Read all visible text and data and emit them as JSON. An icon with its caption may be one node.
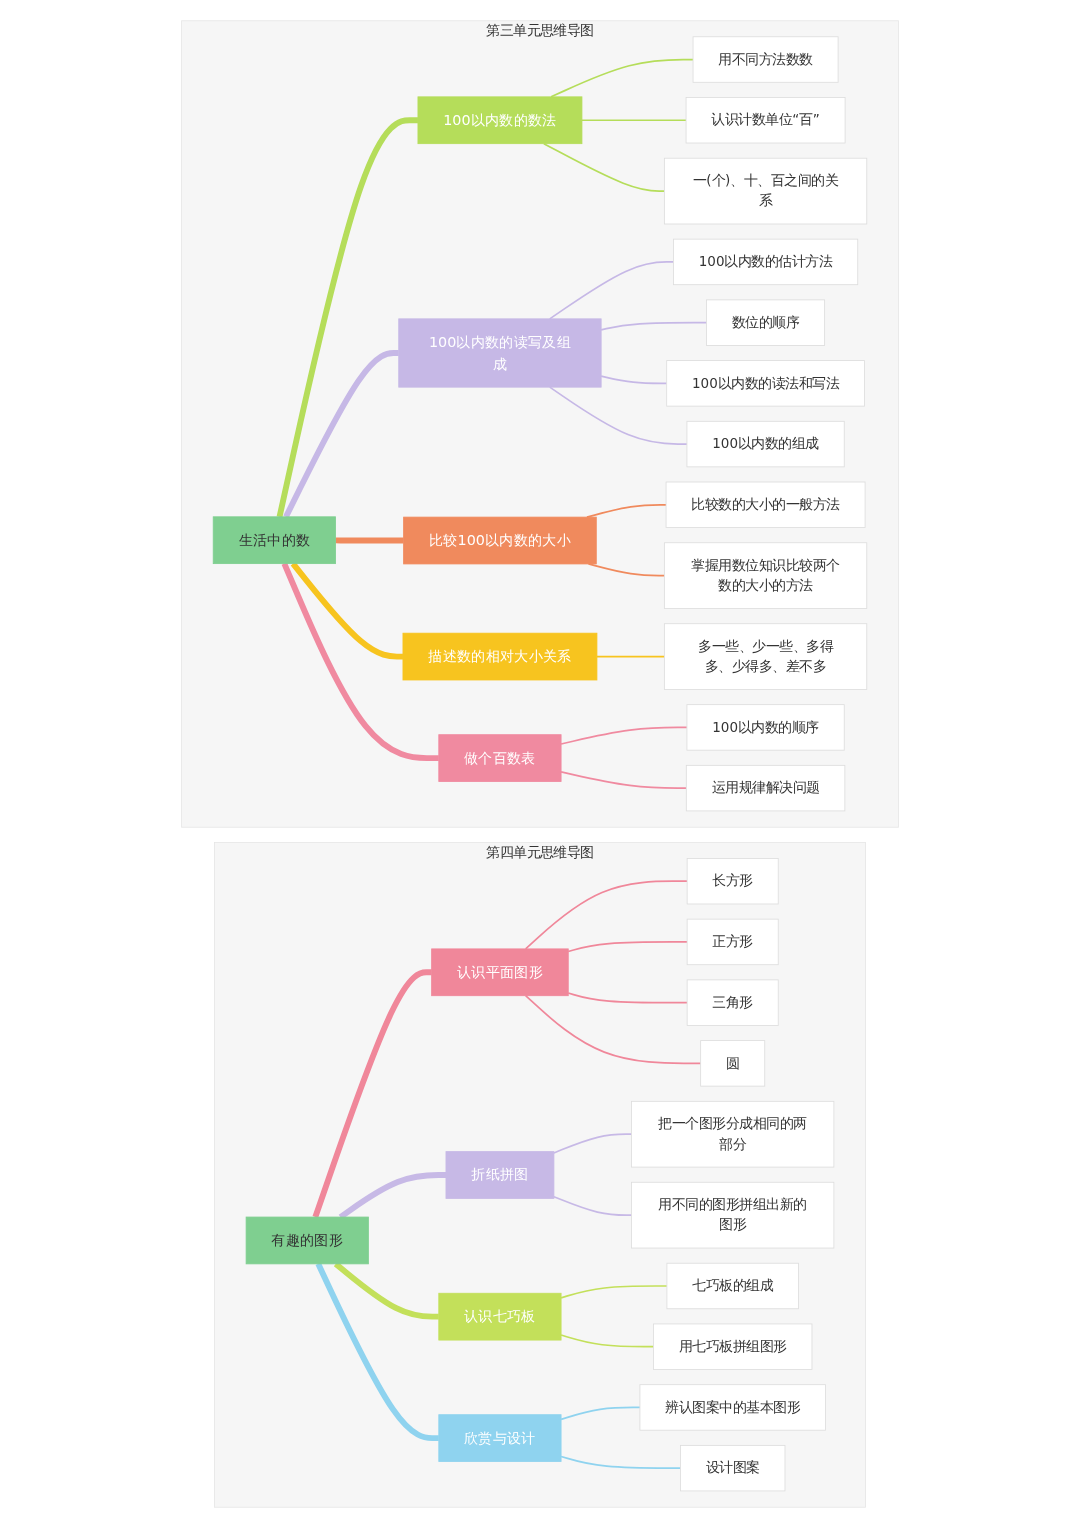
{
  "diagram": {
    "nodes": [
      {
        "text": [
          "第三单元思维导图"
        ]
      },
      {
        "text": [
          "生活中的数"
        ],
        "in": 0
      },
      {
        "text": [
          "100以内数的数法"
        ],
        "in": 0
      },
      {
        "text": [
          "用不同方法数数"
        ],
        "in": 0
      },
      {
        "text": [
          "认识计数单位“百”"
        ],
        "in": 0
      },
      {
        "text": [
          "一(个)、十、百之间的关系"
        ],
        "in": 0
      },
      {
        "text": [
          "100以内数的读写及组成"
        ],
        "in": 0
      },
      {
        "text": [
          "100以内数的估计方法"
        ],
        "in": 0
      },
      {
        "text": [
          "数位的顺序"
        ],
        "in": 0
      },
      {
        "text": [
          "100以内数的读法和写法"
        ],
        "in": 0
      },
      {
        "text": [
          "100以内数的组成"
        ],
        "in": 0
      },
      {
        "text": [
          "比较100以内数的大小"
        ],
        "in": 0
      },
      {
        "text": [
          "比较数的大小的一般方法"
        ],
        "in": 0
      },
      {
        "text": [
          "掌握用数位知识比较两个数的大小的方法"
        ],
        "in": 0
      },
      {
        "text": [
          "描述数的相对大小关系"
        ],
        "in": 0
      },
      {
        "text": [
          "多一些、少一些、多得多、少得多、差不多"
        ],
        "in": 0
      },
      {
        "text": [
          "做个百数表"
        ],
        "in": 0
      },
      {
        "text": [
          "100以内数的顺序"
        ],
        "in": 0
      },
      {
        "text": [
          "运用规律解决问题"
        ],
        "in": 0
      },
      {
        "text": [
          "第四单元思维导图"
        ]
      },
      {
        "text": [
          "有趣的图形"
        ],
        "in": 19
      },
      {
        "text": [
          "认识平面图形"
        ],
        "in": 19
      },
      {
        "text": [
          "长方形"
        ],
        "in": 19
      },
      {
        "text": [
          "正方形"
        ],
        "in": 19
      },
      {
        "text": [
          "三角形"
        ],
        "in": 19
      },
      {
        "text": [
          "圆"
        ],
        "in": 19
      },
      {
        "text": [
          "折纸拼图"
        ],
        "in": 19
      },
      {
        "text": [
          "把一个图形分成相同的两部分"
        ],
        "in": 19
      },
      {
        "text": [
          "用不同的图形拼组出新的图形"
        ],
        "in": 19
      },
      {
        "text": [
          "认识七巧板"
        ],
        "in": 19
      },
      {
        "text": [
          "七巧板的组成"
        ],
        "in": 19
      },
      {
        "text": [
          "用七巧板拼组图形"
        ],
        "in": 19
      },
      {
        "text": [
          "欣赏与设计"
        ],
        "in": 19
      },
      {
        "text": [
          "辨认图案中的基本图形"
        ],
        "in": 19
      },
      {
        "text": [
          "设计图案"
        ],
        "in": 19
      }
    ],
    "edges": [
      {
        "from": 1,
        "to": 2,
        "arrow": "none",
        "style": "thick",
        "color": "#b5dd5a"
      },
      {
        "from": 2,
        "to": 3,
        "arrow": "none",
        "color": "#b5dd5a"
      },
      {
        "from": 2,
        "to": 4,
        "arrow": "none",
        "color": "#b5dd5a"
      },
      {
        "from": 2,
        "to": 5,
        "arrow": "none",
        "color": "#b5dd5a"
      },
      {
        "from": 1,
        "to": 6,
        "arrow": "none",
        "style": "thick",
        "color": "#c6b8e6"
      },
      {
        "from": 6,
        "to": 7,
        "arrow": "none",
        "color": "#c6b8e6"
      },
      {
        "from": 6,
        "to": 8,
        "arrow": "none",
        "color": "#c6b8e6"
      },
      {
        "from": 6,
        "to": 9,
        "arrow": "none",
        "color": "#c6b8e6"
      },
      {
        "from": 6,
        "to": 10,
        "arrow": "none",
        "color": "#c6b8e6"
      },
      {
        "from": 1,
        "to": 11,
        "arrow": "none",
        "style": "thick",
        "color": "#f08a5d"
      },
      {
        "from": 11,
        "to": 12,
        "arrow": "none",
        "color": "#f08a5d"
      },
      {
        "from": 11,
        "to": 13,
        "arrow": "none",
        "color": "#f08a5d"
      },
      {
        "from": 1,
        "to": 14,
        "arrow": "none",
        "style": "thick",
        "color": "#f7c41f"
      },
      {
        "from": 14,
        "to": 15,
        "arrow": "none",
        "color": "#f7c41f"
      },
      {
        "from": 1,
        "to": 16,
        "arrow": "none",
        "style": "thick",
        "color": "#f08aa0"
      },
      {
        "from": 16,
        "to": 17,
        "arrow": "none",
        "color": "#f08aa0"
      },
      {
        "from": 16,
        "to": 18,
        "arrow": "none",
        "color": "#f08aa0"
      },
      {
        "from": 20,
        "to": 21,
        "arrow": "none",
        "style": "thick",
        "color": "#f0879a"
      },
      {
        "from": 21,
        "to": 22,
        "arrow": "none",
        "color": "#f0879a"
      },
      {
        "from": 21,
        "to": 23,
        "arrow": "none",
        "color": "#f0879a"
      },
      {
        "from": 21,
        "to": 24,
        "arrow": "none",
        "color": "#f0879a"
      },
      {
        "from": 21,
        "to": 25,
        "arrow": "none",
        "color": "#f0879a"
      },
      {
        "from": 20,
        "to": 26,
        "arrow": "none",
        "style": "thick",
        "color": "#c7b9e6"
      },
      {
        "from": 26,
        "to": 27,
        "arrow": "none",
        "color": "#c7b9e6"
      },
      {
        "from": 26,
        "to": 28,
        "arrow": "none",
        "color": "#c7b9e6"
      },
      {
        "from": 20,
        "to": 29,
        "arrow": "none",
        "style": "thick",
        "color": "#c3e05a"
      },
      {
        "from": 29,
        "to": 30,
        "arrow": "none",
        "color": "#c3e05a"
      },
      {
        "from": 29,
        "to": 31,
        "arrow": "none",
        "color": "#c3e05a"
      },
      {
        "from": 20,
        "to": 32,
        "arrow": "none",
        "style": "thick",
        "color": "#8fd3ef"
      },
      {
        "from": 32,
        "to": 33,
        "arrow": "none",
        "color": "#8fd3ef"
      },
      {
        "from": 32,
        "to": 34,
        "arrow": "none",
        "color": "#8fd3ef"
      }
    ]
  }
}
